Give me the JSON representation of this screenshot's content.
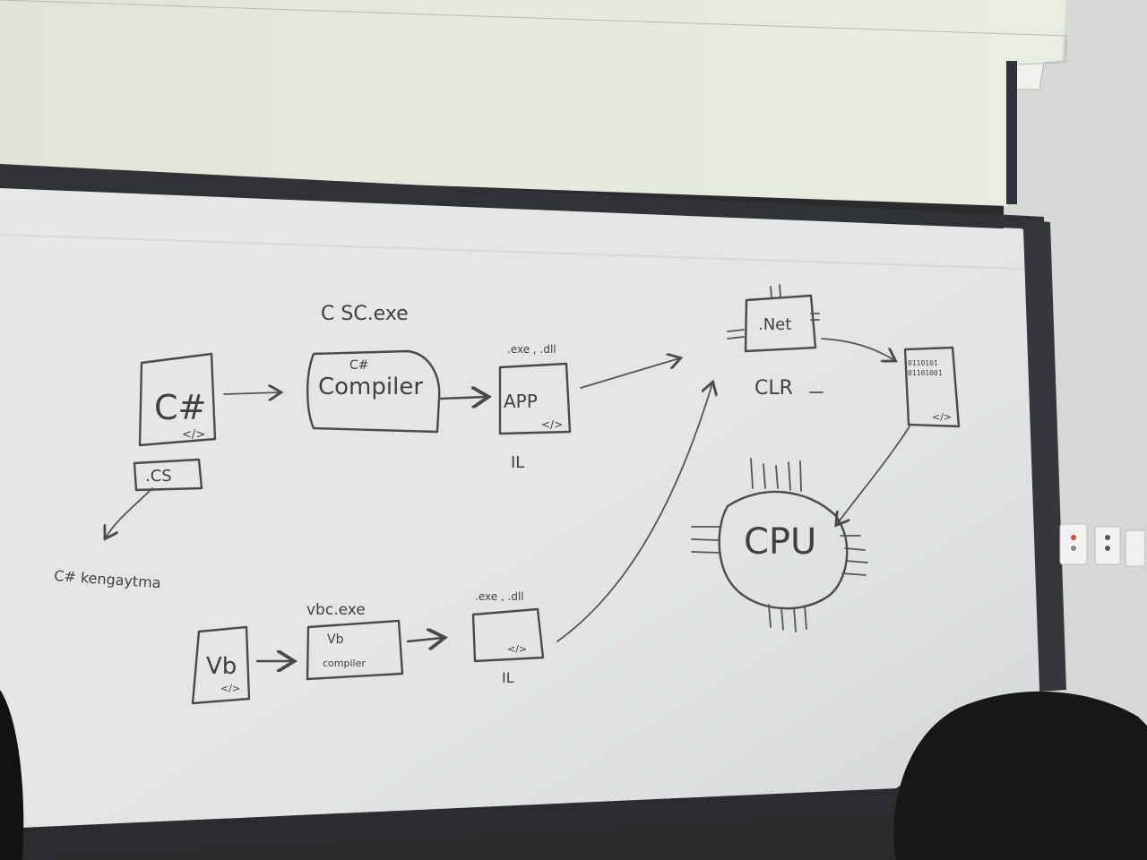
{
  "board": {
    "csharp_file_label": "C#",
    "csharp_file_code_tag": "</>",
    "cs_extension": ".CS",
    "csharp_note": "C# kengaytma",
    "csc_label": "C SC.exe",
    "compiler_title_small": "C#",
    "compiler_title": "Compiler",
    "csharp_output_ext": ".exe , .dll",
    "app_label": "APP",
    "app_code_tag": "</>",
    "il_top": "IL",
    "net_label": ".Net",
    "clr_label": "CLR",
    "binary_line_1": "0110101",
    "binary_line_2": "01101001",
    "binary_code_tag": "</>",
    "cpu_label": "CPU",
    "vb_file_label": "Vb",
    "vb_file_code_tag": "</>",
    "vbc_label": "vbc.exe",
    "vb_compiler_title_small": "Vb",
    "vb_compiler_title": "compiler",
    "vb_output_ext": ".exe , .dll",
    "vb_output_code_tag": "</>",
    "il_bottom": "IL"
  },
  "colors": {
    "board": "#e4e6e6",
    "projector_screen": "#dfe5da",
    "wall": "#d9dbd9",
    "ink": "#4a4a4a",
    "frame": "#2f3236",
    "head": "#1b1b1b"
  }
}
